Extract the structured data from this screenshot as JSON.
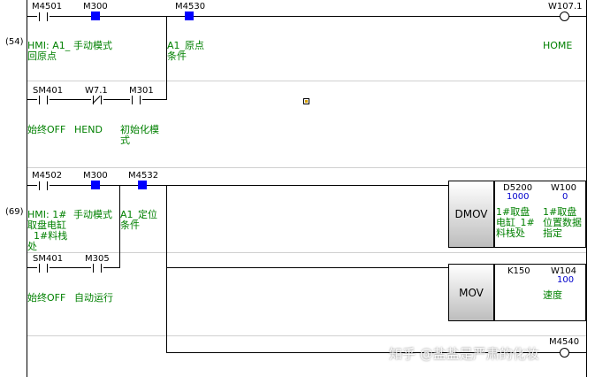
{
  "rung54": {
    "step": "(54)",
    "row1": [
      {
        "device": "M4501",
        "comment": "HMI: A1_\n回原点"
      },
      {
        "device": "M300",
        "comment": "手动模式"
      },
      {
        "device": "M4530",
        "comment": "A1_原点\n条件"
      }
    ],
    "coil": {
      "device": "W107.1",
      "comment": "HOME"
    },
    "row2": [
      {
        "device": "SM401",
        "comment": "始终OFF"
      },
      {
        "device": "W7.1",
        "comment": "HEND"
      },
      {
        "device": "M301",
        "comment": "初始化模\n式"
      }
    ]
  },
  "rung69": {
    "step": "(69)",
    "row1": [
      {
        "device": "M4502",
        "comment": "HMI: 1#\n取盘电缸\n  1#料栈\n处"
      },
      {
        "device": "M300",
        "comment": "手动模式"
      },
      {
        "device": "M4532",
        "comment": "A1_定位\n条件"
      }
    ],
    "row2": [
      {
        "device": "SM401",
        "comment": "始终OFF"
      },
      {
        "device": "M305",
        "comment": "自动运行"
      }
    ],
    "dmov": {
      "instruction": "DMOV",
      "s1": {
        "device": "D5200",
        "value": "1000",
        "comment": "1#取盘\n电缸_1#\n料栈处"
      },
      "s2": {
        "device": "W100",
        "value": "0",
        "comment": "1#取盘\n位置数据\n指定"
      }
    },
    "mov": {
      "instruction": "MOV",
      "s1": {
        "device": "K150",
        "value": "",
        "comment": ""
      },
      "s2": {
        "device": "W104",
        "value": "100",
        "comment": "速度"
      }
    },
    "coil3": {
      "device": "M4540"
    }
  },
  "watermark": "知乎 @盐盐是严肃的化妆"
}
